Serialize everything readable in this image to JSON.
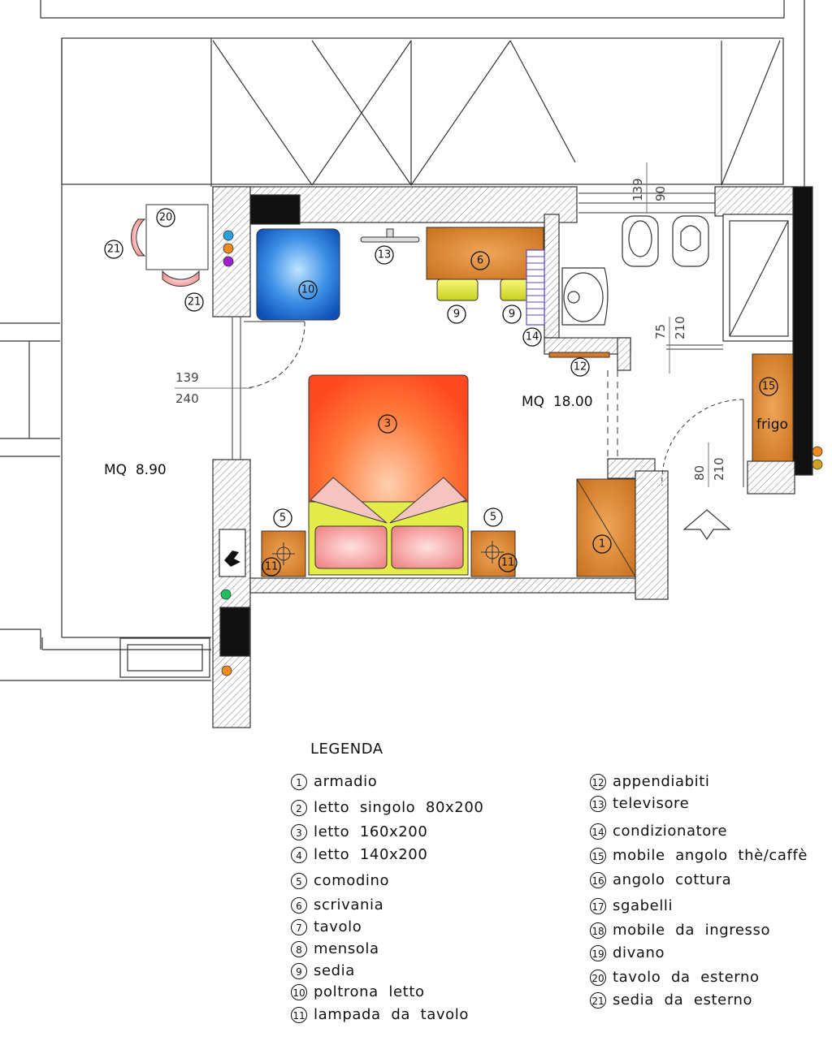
{
  "areas": {
    "terrace": "MQ  8.90",
    "room": "MQ  18.00"
  },
  "dimensions": {
    "window_left_top": "139",
    "window_left_bottom": "240",
    "window_bath_1": "139",
    "window_bath_2": "90",
    "door_bath_1": "75",
    "door_bath_2": "210",
    "door_entry_1": "80",
    "door_entry_2": "210"
  },
  "furniture_labels": {
    "frigo": "frigo"
  },
  "markers": {
    "n1": "1",
    "n3": "3",
    "n5a": "5",
    "n5b": "5",
    "n6": "6",
    "n9a": "9",
    "n9b": "9",
    "n10": "10",
    "n11a": "11",
    "n11b": "11",
    "n12": "12",
    "n13": "13",
    "n14": "14",
    "n15": "15",
    "n20": "20",
    "n21a": "21",
    "n21b": "21"
  },
  "legend": {
    "title": "LEGENDA",
    "left": [
      {
        "num": "1",
        "text": "armadio"
      },
      {
        "num": "2",
        "text": "letto  singolo  80x200"
      },
      {
        "num": "3",
        "text": "letto  160x200"
      },
      {
        "num": "4",
        "text": "letto  140x200"
      },
      {
        "num": "5",
        "text": "comodino"
      },
      {
        "num": "6",
        "text": "scrivania"
      },
      {
        "num": "7",
        "text": "tavolo"
      },
      {
        "num": "8",
        "text": "mensola"
      },
      {
        "num": "9",
        "text": "sedia"
      },
      {
        "num": "10",
        "text": "poltrona  letto"
      },
      {
        "num": "11",
        "text": "lampada  da  tavolo"
      }
    ],
    "right": [
      {
        "num": "12",
        "text": "appendiabiti"
      },
      {
        "num": "13",
        "text": "televisore"
      },
      {
        "num": "14",
        "text": "condizionatore"
      },
      {
        "num": "15",
        "text": "mobile  angolo  thè/caffè"
      },
      {
        "num": "16",
        "text": "angolo  cottura"
      },
      {
        "num": "17",
        "text": "sgabelli"
      },
      {
        "num": "18",
        "text": "mobile  da  ingresso"
      },
      {
        "num": "19",
        "text": "divano"
      },
      {
        "num": "20",
        "text": "tavolo  da  esterno"
      },
      {
        "num": "21",
        "text": "sedia  da  esterno"
      }
    ]
  },
  "colors": {
    "wall_hatch": "#888888",
    "wood": "#d07a2a",
    "bed": "#ff5a2a",
    "armchair": "#1a6fd6",
    "chair": "#e6e84a",
    "pink": "#f4a0a0",
    "ac": "#5a4ad0"
  }
}
